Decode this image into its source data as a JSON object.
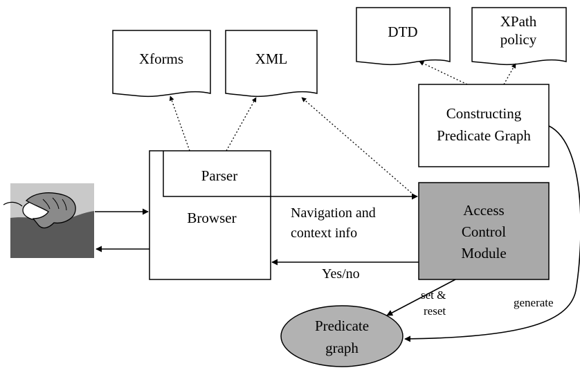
{
  "documents": {
    "xforms": "Xforms",
    "xml": "XML",
    "dtd": "DTD",
    "xpath_line1": "XPath",
    "xpath_line2": "policy"
  },
  "boxes": {
    "constructing_line1": "Constructing",
    "constructing_line2": "Predicate Graph",
    "parser": "Parser",
    "browser": "Browser",
    "acm_line1": "Access",
    "acm_line2": "Control",
    "acm_line3": "Module"
  },
  "edges": {
    "nav_line1": "Navigation and",
    "nav_line2": "context info",
    "yesno": "Yes/no",
    "set_line1": "set &",
    "set_line2": "reset",
    "generate": "generate"
  },
  "ellipse": {
    "line1": "Predicate",
    "line2": "graph"
  },
  "icons": {
    "user": "hand-on-mouse-icon"
  },
  "colors": {
    "acm_fill": "#a9a9a9",
    "ellipse_fill": "#b2b2b2",
    "icon_bg": "#c9c9c9",
    "icon_dark": "#595959"
  }
}
